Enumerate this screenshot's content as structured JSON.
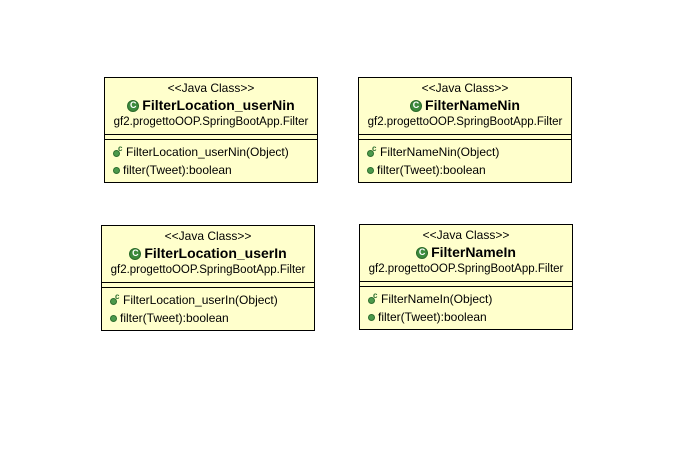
{
  "classes": [
    {
      "stereotype": "<<Java Class>>",
      "name": "FilterLocation_userNin",
      "package": "gf2.progettoOOP.SpringBootApp.Filter",
      "constructor": "FilterLocation_userNin(Object)",
      "method": "filter(Tweet):boolean"
    },
    {
      "stereotype": "<<Java Class>>",
      "name": "FilterNameNin",
      "package": "gf2.progettoOOP.SpringBootApp.Filter",
      "constructor": "FilterNameNin(Object)",
      "method": "filter(Tweet):boolean"
    },
    {
      "stereotype": "<<Java Class>>",
      "name": "FilterLocation_userIn",
      "package": "gf2.progettoOOP.SpringBootApp.Filter",
      "constructor": "FilterLocation_userIn(Object)",
      "method": "filter(Tweet):boolean"
    },
    {
      "stereotype": "<<Java Class>>",
      "name": "FilterNameIn",
      "package": "gf2.progettoOOP.SpringBootApp.Filter",
      "constructor": "FilterNameIn(Object)",
      "method": "filter(Tweet):boolean"
    }
  ],
  "icons": {
    "class_icon": "class-c-icon",
    "constructor_icon": "constructor-icon",
    "method_icon": "public-method-icon",
    "class_icon_letter": "C",
    "ctor_icon_letter": "c"
  },
  "colors": {
    "box_fill": "#ffffcc",
    "icon_green": "#3c8a3c"
  }
}
